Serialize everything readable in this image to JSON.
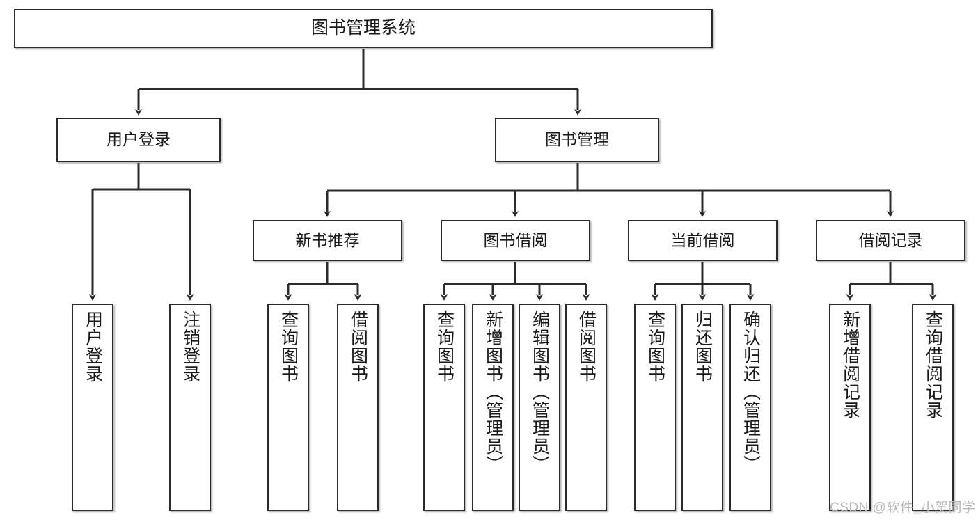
{
  "diagram": {
    "title": "图书管理系统",
    "watermark": "CSDN @软件_小贺同学",
    "style": {
      "line_color": "#2b2b2b",
      "box_fill": "#ffffff",
      "text_color": "#1a1a1a",
      "watermark_color": "#b9b9b9"
    },
    "levels": {
      "root": {
        "label": "图书管理系统"
      },
      "level2": [
        {
          "label": "用户登录"
        },
        {
          "label": "图书管理"
        }
      ],
      "level3": [
        {
          "label": "新书推荐"
        },
        {
          "label": "图书借阅"
        },
        {
          "label": "当前借阅"
        },
        {
          "label": "借阅记录"
        }
      ],
      "leaves": [
        {
          "label": "用户登录",
          "parent": "用户登录"
        },
        {
          "label": "注销登录",
          "parent": "用户登录"
        },
        {
          "label": "查询图书",
          "parent": "新书推荐"
        },
        {
          "label": "借阅图书",
          "parent": "新书推荐"
        },
        {
          "label": "查询图书",
          "parent": "图书借阅"
        },
        {
          "label": "新增图书（管理员）",
          "parent": "图书借阅"
        },
        {
          "label": "编辑图书（管理员）",
          "parent": "图书借阅"
        },
        {
          "label": "借阅图书",
          "parent": "图书借阅"
        },
        {
          "label": "查询图书",
          "parent": "当前借阅"
        },
        {
          "label": "归还图书",
          "parent": "当前借阅"
        },
        {
          "label": "确认归还（管理员）",
          "parent": "当前借阅"
        },
        {
          "label": "新增借阅记录",
          "parent": "借阅记录"
        },
        {
          "label": "查询借阅记录",
          "parent": "借阅记录"
        }
      ]
    }
  }
}
